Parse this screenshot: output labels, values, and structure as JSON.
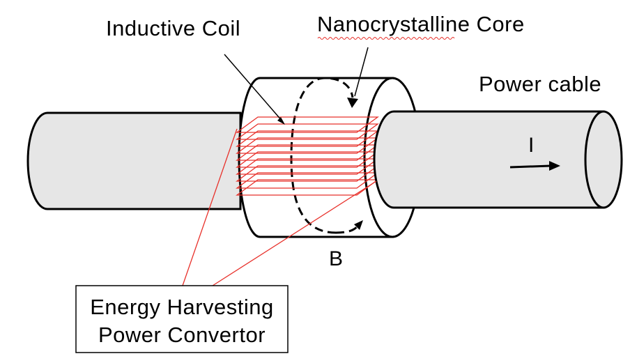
{
  "labels": {
    "inductive_coil": "Inductive Coil",
    "nanocrystalline_core": "Nanocrystalline Core",
    "power_cable": "Power cable",
    "current": "I",
    "magnetic_field": "B"
  },
  "converter_box": {
    "line1": "Energy Harvesting",
    "line2": "Power Convertor"
  },
  "colors": {
    "cable_fill": "#e6e6e6",
    "core_fill": "#ffffff",
    "outline": "#000000",
    "coil_wire": "#e8302a",
    "spellcheck_underline": "#e8302a"
  }
}
